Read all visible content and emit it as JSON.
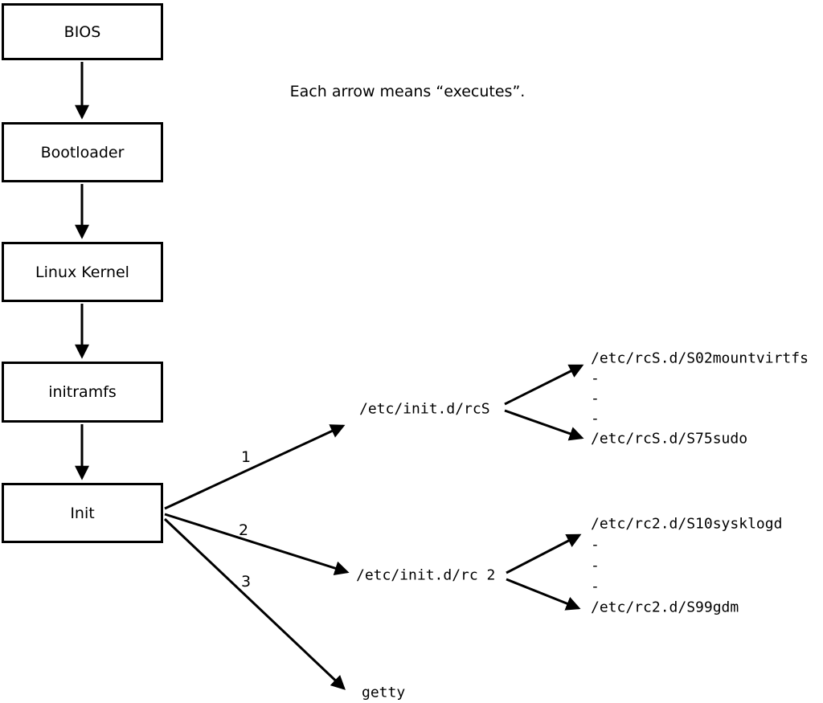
{
  "annotation": "Each arrow means “executes”.",
  "boxes": {
    "bios": "BIOS",
    "bootloader": "Bootloader",
    "kernel": "Linux Kernel",
    "initramfs": "initramfs",
    "init": "Init"
  },
  "branch_labels": {
    "rcS": "1",
    "rc2": "2",
    "getty": "3"
  },
  "nodes": {
    "rcS": "/etc/init.d/rcS",
    "rc2": "/etc/init.d/rc 2",
    "getty": "getty"
  },
  "rcS_children": [
    "/etc/rcS.d/S02mountvirtfs",
    "-",
    "-",
    "-",
    "/etc/rcS.d/S75sudo"
  ],
  "rc2_children": [
    "/etc/rc2.d/S10sysklogd",
    "-",
    "-",
    "-",
    "/etc/rc2.d/S99gdm"
  ],
  "colors": {
    "line": "#000000",
    "box_background": "#ffffff",
    "page_background": "#ffffff",
    "text": "#000000"
  }
}
